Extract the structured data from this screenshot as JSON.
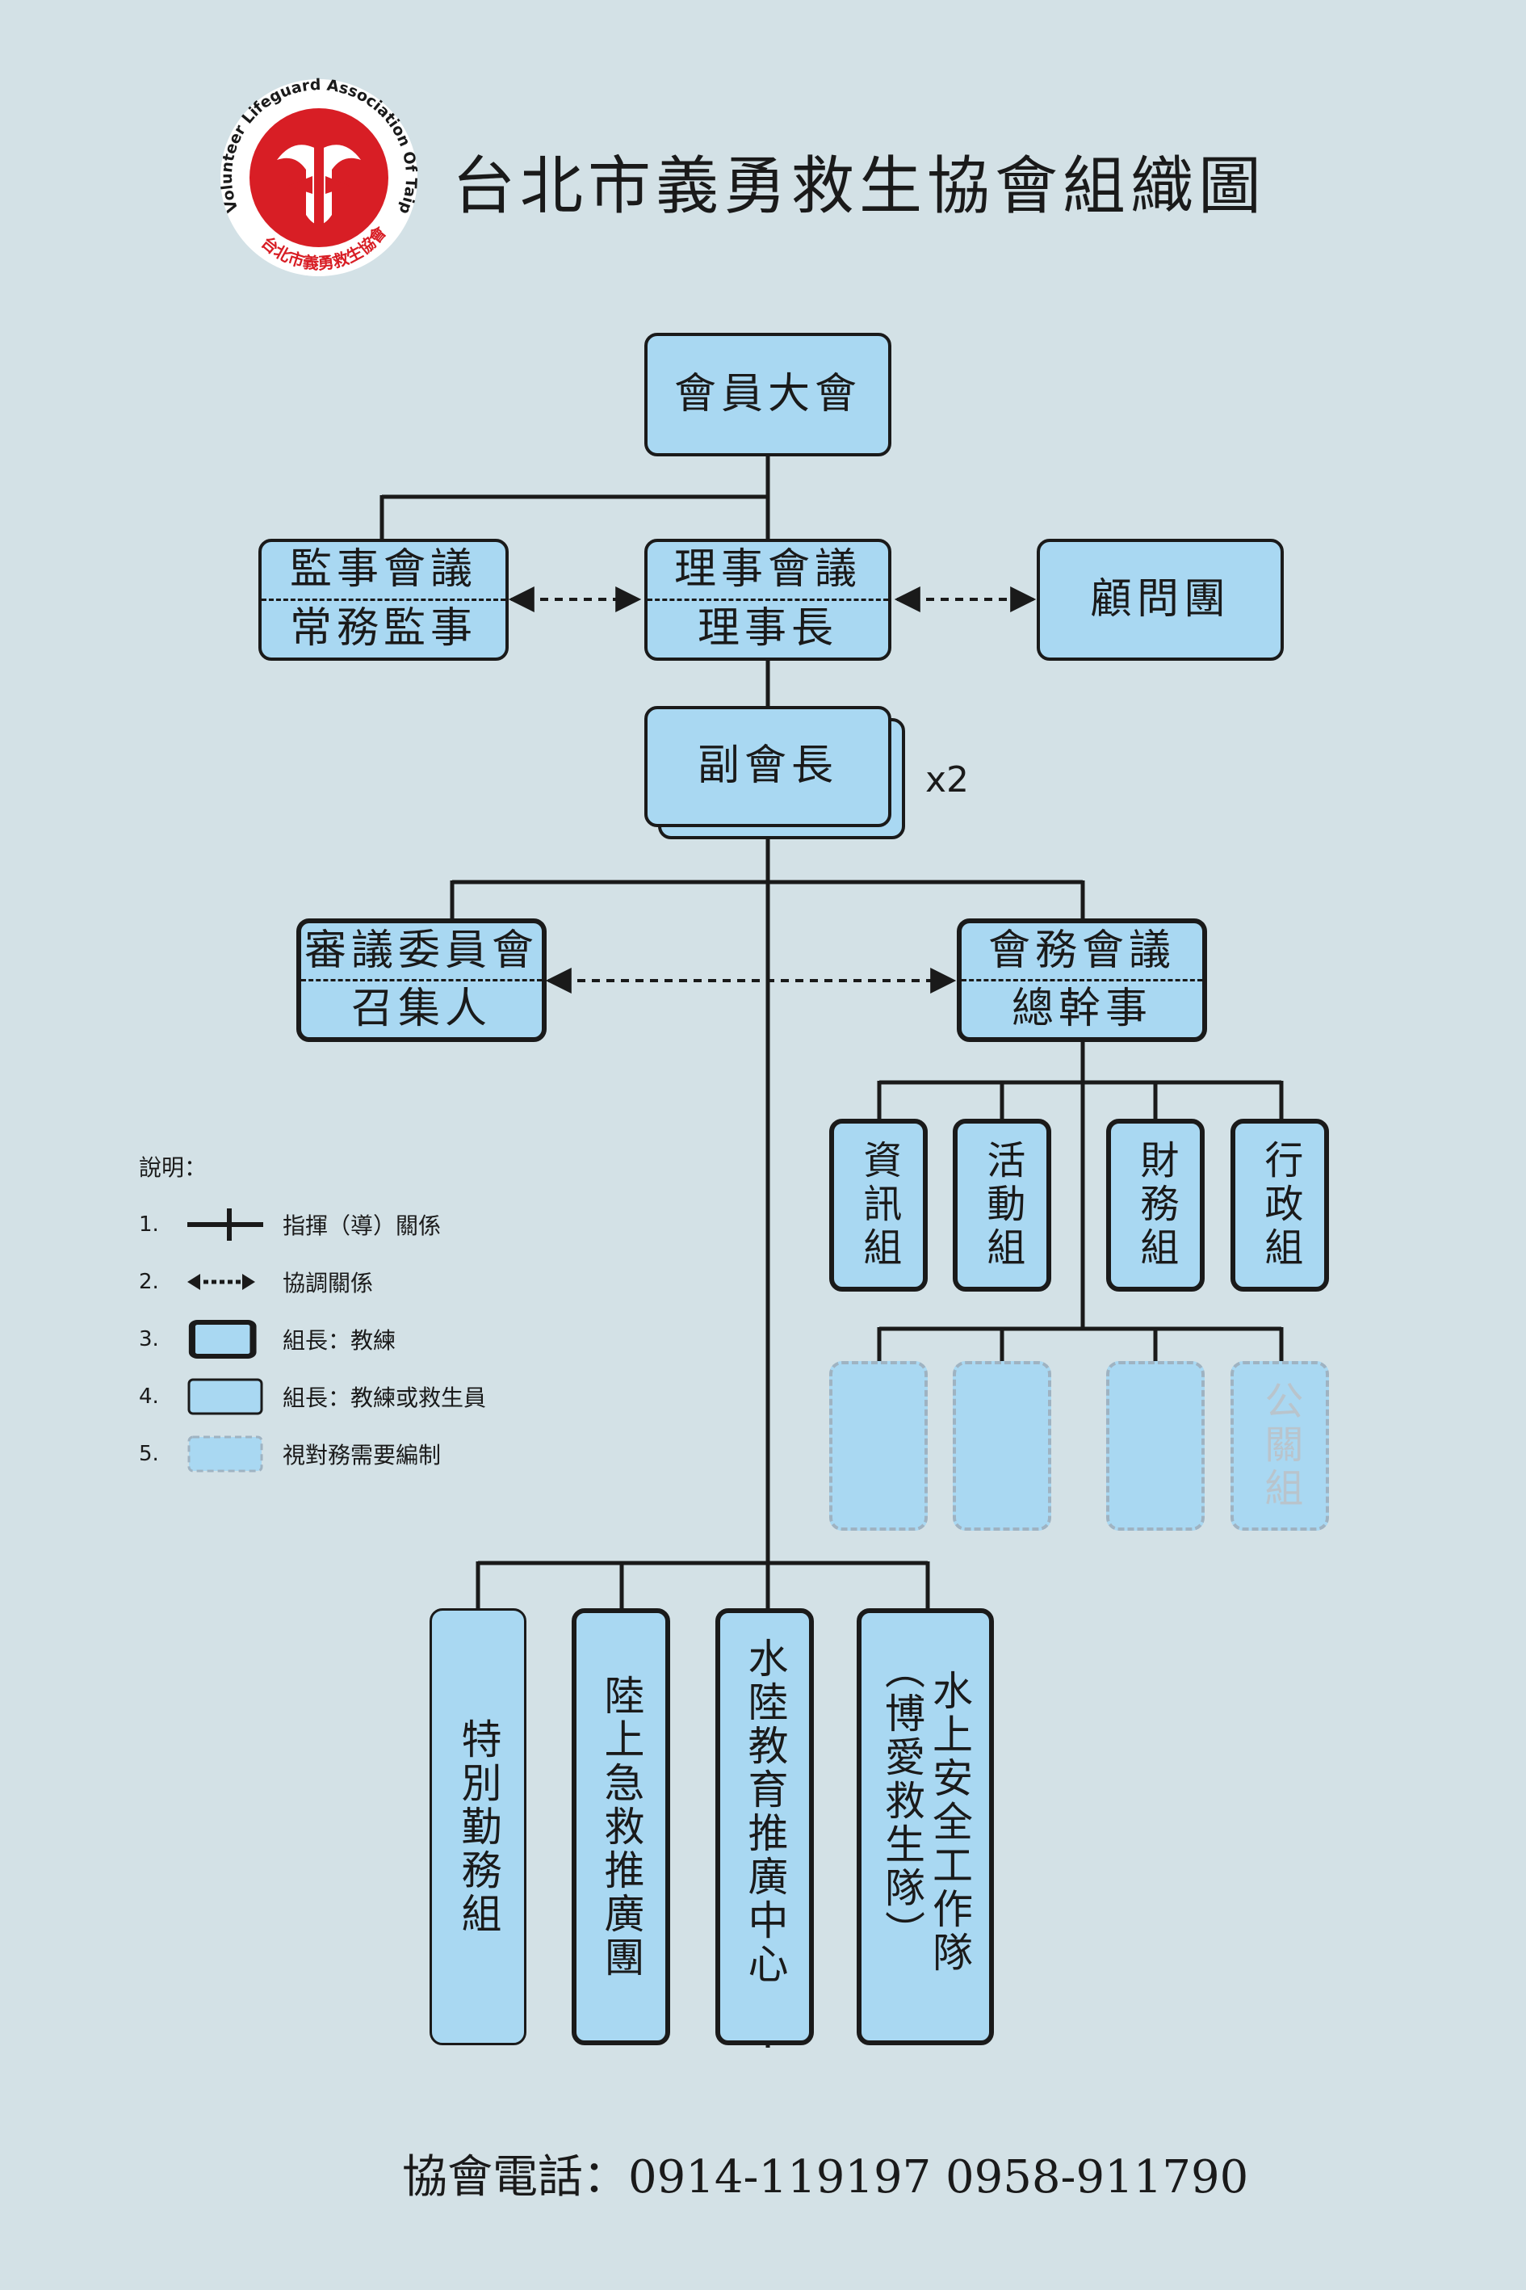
{
  "title": "台北市義勇救生協會組織圖",
  "logo": {
    "ring_text": "Volunteer Lifeguard Association Of Taipei",
    "bottom_text": "台北市義勇救生協會",
    "colors": {
      "red": "#d81e25",
      "white": "#ffffff"
    }
  },
  "nodes": {
    "general_assembly": "會員大會",
    "supervisors_top": "監事會議",
    "supervisors_bottom": "常務監事",
    "directors_top": "理事會議",
    "directors_bottom": "理事長",
    "advisors": "顧問團",
    "vice_president": "副會長",
    "vice_president_count": "x2",
    "review_committee_top": "審議委員會",
    "review_committee_bottom": "召集人",
    "affairs_meeting_top": "會務會議",
    "affairs_meeting_bottom": "總幹事"
  },
  "groups": [
    {
      "label": "資訊組"
    },
    {
      "label": "活動組"
    },
    {
      "label": "財務組"
    },
    {
      "label": "行政組"
    }
  ],
  "optional_groups": [
    {
      "label": ""
    },
    {
      "label": ""
    },
    {
      "label": ""
    },
    {
      "label": "公關組"
    }
  ],
  "bottom_units": [
    {
      "label": "特別勤務組"
    },
    {
      "label": "陸上急救推廣團"
    },
    {
      "label": "水陸教育推廣中心"
    },
    {
      "label": "水上安全工作隊"
    },
    {
      "label": "（博愛救生隊）"
    }
  ],
  "legend": {
    "title": "說明：",
    "items": [
      {
        "num": "1.",
        "label": "指揮（導）關係",
        "symbol": "command-line"
      },
      {
        "num": "2.",
        "label": "協調關係",
        "symbol": "coordination-arrow"
      },
      {
        "num": "3.",
        "label": "組長：教練",
        "symbol": "thick-box"
      },
      {
        "num": "4.",
        "label": "組長：教練或救生員",
        "symbol": "thin-box"
      },
      {
        "num": "5.",
        "label": "視對務需要編制",
        "symbol": "dashed-box"
      }
    ]
  },
  "footer": "協會電話：0914-119197  0958-911790",
  "colors": {
    "background": "#d3e1e6",
    "box_fill": "#a9d8f2",
    "line": "#1a1a1a",
    "dashed_border": "#9fb3c2"
  }
}
